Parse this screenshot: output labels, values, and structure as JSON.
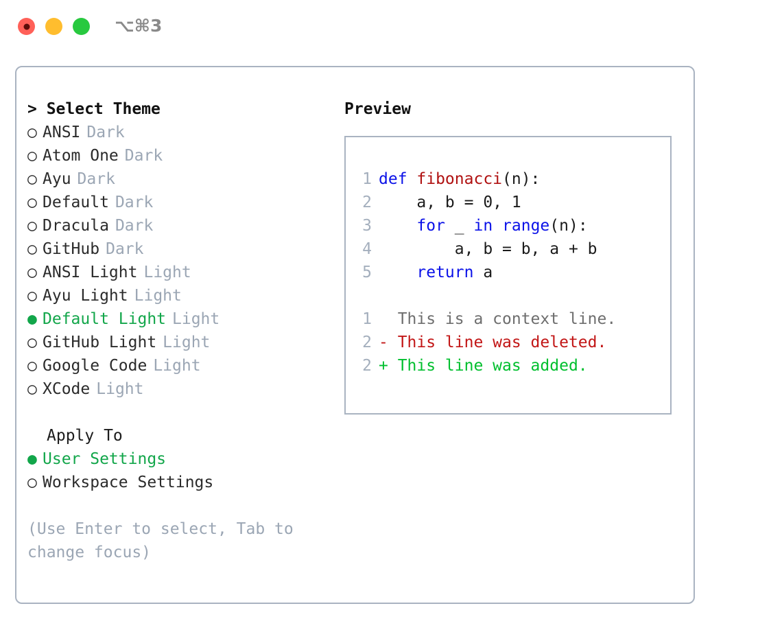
{
  "titlebar": {
    "dots": [
      {
        "name": "close",
        "color": "#FF6058"
      },
      {
        "name": "minimize",
        "color": "#FFBD2E"
      },
      {
        "name": "zoom",
        "color": "#28C93F"
      }
    ],
    "shortcut": "⌥⌘3"
  },
  "theme_panel": {
    "header": "> Select Theme",
    "items": [
      {
        "bullet": "○",
        "label": "ANSI",
        "tag": "Dark",
        "selected": false
      },
      {
        "bullet": "○",
        "label": "Atom One",
        "tag": "Dark",
        "selected": false
      },
      {
        "bullet": "○",
        "label": "Ayu",
        "tag": "Dark",
        "selected": false
      },
      {
        "bullet": "○",
        "label": "Default",
        "tag": "Dark",
        "selected": false
      },
      {
        "bullet": "○",
        "label": "Dracula",
        "tag": "Dark",
        "selected": false
      },
      {
        "bullet": "○",
        "label": "GitHub",
        "tag": "Dark",
        "selected": false
      },
      {
        "bullet": "○",
        "label": "ANSI Light",
        "tag": "Light",
        "selected": false
      },
      {
        "bullet": "○",
        "label": "Ayu Light",
        "tag": "Light",
        "selected": false
      },
      {
        "bullet": "●",
        "label": "Default Light",
        "tag": "Light",
        "selected": true
      },
      {
        "bullet": "○",
        "label": "GitHub Light",
        "tag": "Light",
        "selected": false
      },
      {
        "bullet": "○",
        "label": "Google Code",
        "tag": "Light",
        "selected": false
      },
      {
        "bullet": "○",
        "label": "XCode",
        "tag": "Light",
        "selected": false
      }
    ]
  },
  "apply_to": {
    "header": "Apply To",
    "items": [
      {
        "bullet": "●",
        "label": "User Settings",
        "selected": true
      },
      {
        "bullet": "○",
        "label": "Workspace Settings",
        "selected": false
      }
    ]
  },
  "hint": "(Use Enter to select, Tab to change focus)",
  "preview": {
    "title": "Preview",
    "code_lines": [
      {
        "num": "1",
        "tokens": [
          {
            "t": "def ",
            "c": "kw"
          },
          {
            "t": "fibonacci",
            "c": "fn"
          },
          {
            "t": "(n):",
            "c": "plain"
          }
        ]
      },
      {
        "num": "2",
        "tokens": [
          {
            "t": "    a, b = 0, 1",
            "c": "plain"
          }
        ]
      },
      {
        "num": "3",
        "tokens": [
          {
            "t": "    ",
            "c": "plain"
          },
          {
            "t": "for",
            "c": "kw"
          },
          {
            "t": " _ ",
            "c": "plain"
          },
          {
            "t": "in",
            "c": "kw"
          },
          {
            "t": " ",
            "c": "plain"
          },
          {
            "t": "range",
            "c": "kw"
          },
          {
            "t": "(n):",
            "c": "plain"
          }
        ]
      },
      {
        "num": "4",
        "tokens": [
          {
            "t": "        a, b = b, a + b",
            "c": "plain"
          }
        ]
      },
      {
        "num": "5",
        "tokens": [
          {
            "t": "    ",
            "c": "plain"
          },
          {
            "t": "return",
            "c": "kw"
          },
          {
            "t": " a",
            "c": "plain"
          }
        ]
      }
    ],
    "diff_lines": [
      {
        "num": "1",
        "marker": " ",
        "text": "  This is a context line.",
        "kind": "ctx"
      },
      {
        "num": "2",
        "marker": "-",
        "text": "- This line was deleted.",
        "kind": "del"
      },
      {
        "num": "2",
        "marker": "+",
        "text": "+ This line was added.",
        "kind": "add"
      }
    ]
  },
  "colors": {
    "accent_green": "#12A64A",
    "muted": "#9BA6B4",
    "border": "#A9B3C1",
    "keyword": "#0B12E8",
    "function": "#B01111",
    "diff_added": "#00BF2E",
    "diff_deleted": "#C21616"
  }
}
